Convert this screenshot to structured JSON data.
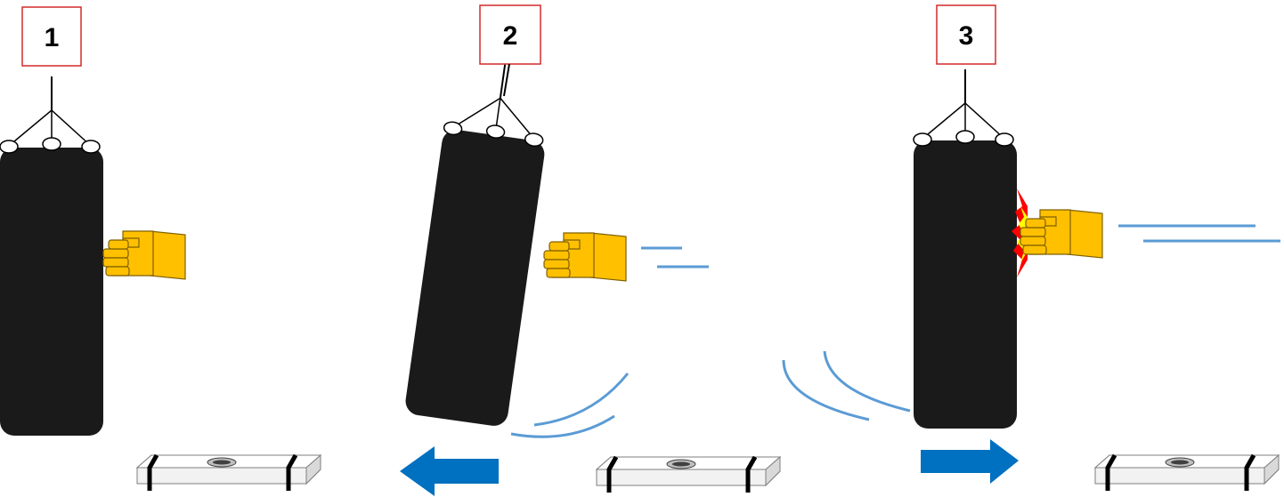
{
  "steps": [
    {
      "label": "1"
    },
    {
      "label": "2"
    },
    {
      "label": "3"
    }
  ],
  "colors": {
    "label_border": "#d42a2a",
    "bag": "#1a1a1a",
    "glove": "#ffc000",
    "glove_stroke": "#7f6000",
    "motion_lines": "#5b9bd5",
    "arrow": "#0070c0",
    "impact_outer": "#ff0000",
    "impact_inner": "#ffff00",
    "sensor_body": "#f2f2f2",
    "strap": "#000000"
  },
  "icons": {
    "bag": "punching-bag-icon",
    "glove": "boxing-glove-icon",
    "sensor": "sensor-plate-icon",
    "arrow_left": "arrow-left-icon",
    "arrow_right": "arrow-right-icon",
    "impact": "impact-burst-icon"
  }
}
